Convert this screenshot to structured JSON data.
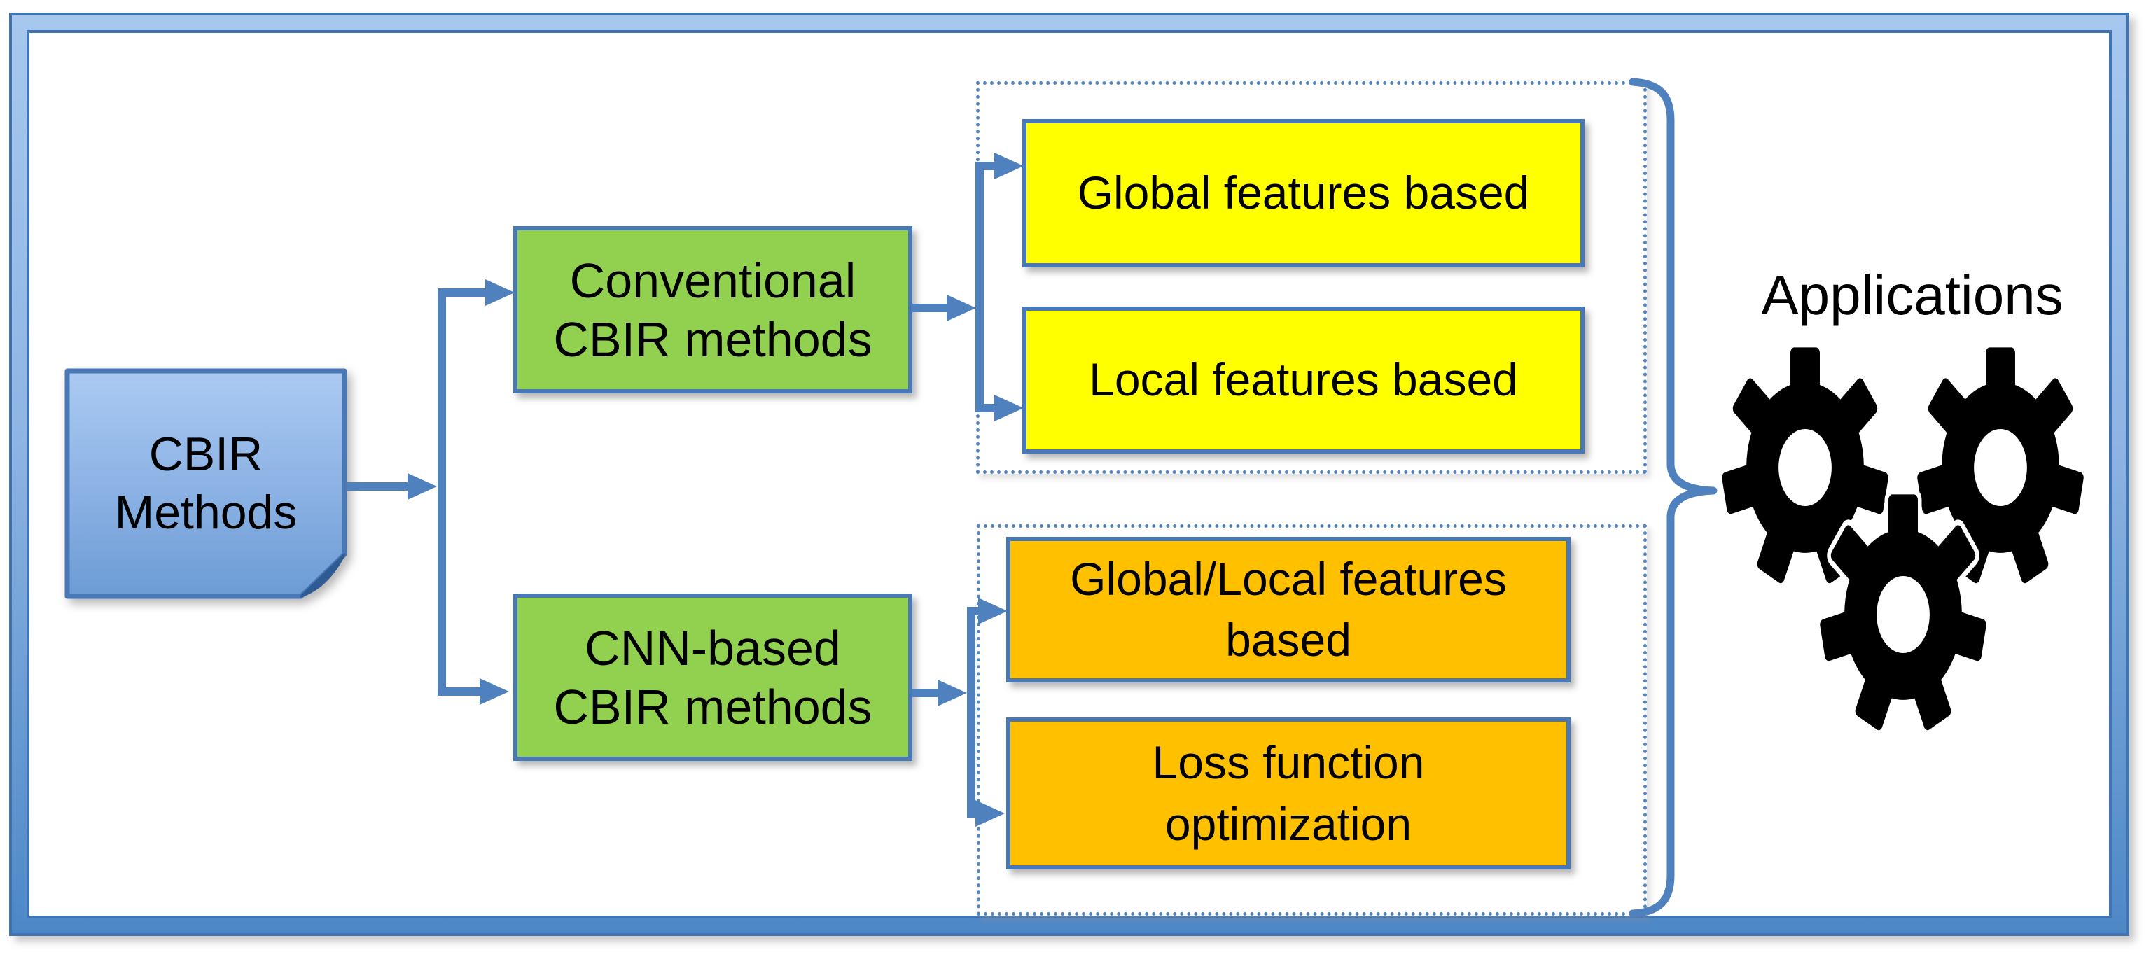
{
  "diagram": {
    "root": {
      "label": "CBIR\nMethods"
    },
    "branches": {
      "conventional": {
        "label": "Conventional\nCBIR methods",
        "group": {
          "items": [
            {
              "label": "Global features based"
            },
            {
              "label": "Local features based"
            }
          ]
        }
      },
      "cnn": {
        "label": "CNN-based\nCBIR methods",
        "group": {
          "items": [
            {
              "label": "Global/Local features\nbased"
            },
            {
              "label": "Loss function\noptimization"
            }
          ]
        }
      }
    },
    "applications": {
      "label": "Applications",
      "icons": [
        "gear-icon",
        "gear-icon",
        "gear-icon"
      ]
    },
    "colors": {
      "accent_blue": "#4E81BD",
      "frame_band_top": "#A6C8EF",
      "frame_band_bottom": "#4D88C6",
      "note_gradient_top": "#ABCAF2",
      "note_gradient_bottom": "#6C9BD5",
      "green": "#92D050",
      "yellow": "#FFFF00",
      "orange": "#FFC000",
      "gear_black": "#000000",
      "text": "#000000"
    }
  }
}
